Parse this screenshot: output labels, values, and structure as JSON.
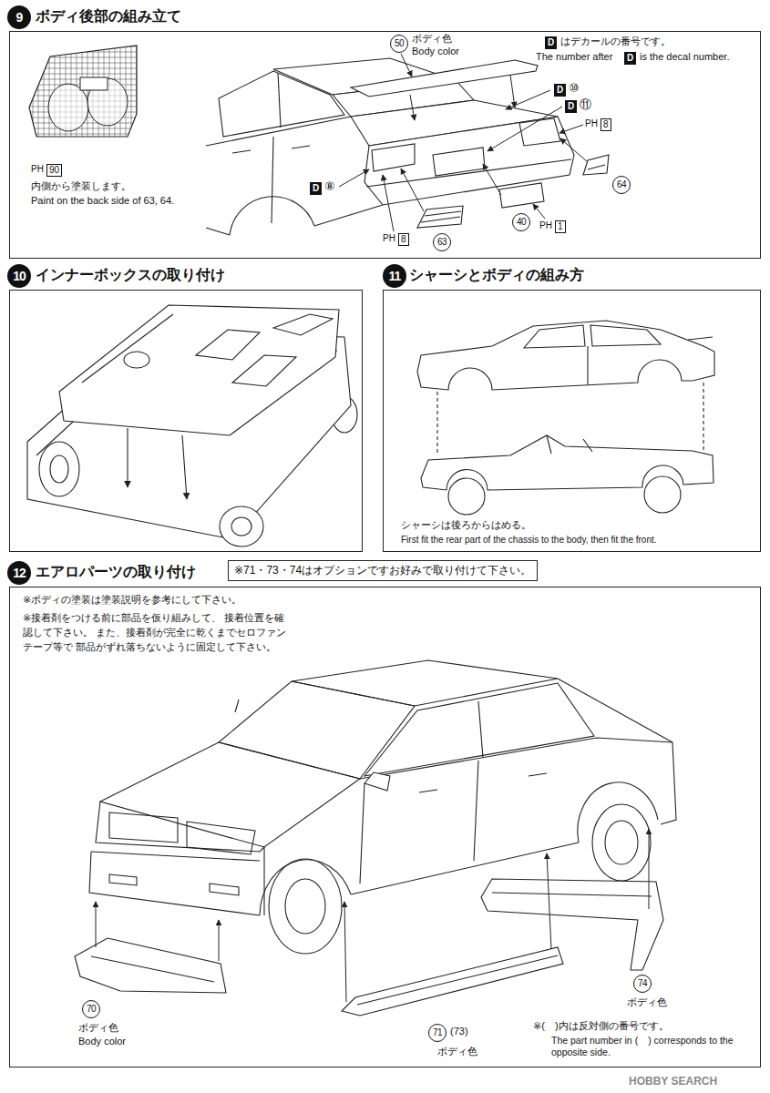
{
  "diagram": {
    "nodes": [
      {
        "text": [
          "9"
        ]
      },
      {
        "text": [
          "ボディ後部の組み立て"
        ]
      },
      {
        "text": [
          "10"
        ]
      },
      {
        "text": [
          "インナーボックスの取り付け"
        ]
      },
      {
        "text": [
          "11"
        ]
      },
      {
        "text": [
          "シャーシとボディの組み方"
        ]
      },
      {
        "text": [
          "12"
        ]
      },
      {
        "text": [
          "エアロパーツの取り付け"
        ]
      },
      {
        "text": [
          "※71・73・74はオプションですお好みで取り付けて下さい。"
        ]
      }
    ],
    "labels": [
      "ボディ色",
      "Body color",
      "50",
      "D",
      "はデカールの番号です。",
      "The number after",
      "D",
      "is the decal number.",
      "D",
      "⑩",
      "D",
      "⑪",
      "PH",
      "8",
      "64",
      "40",
      "PH",
      "1",
      "63",
      "PH",
      "8",
      "D",
      "⑧",
      "PH",
      "90",
      "内側から塗装します。",
      "Paint on the back side of 63, 64.",
      "シャーシは後ろからはめる。",
      "First fit the rear part of the chassis to the body, then fit the front.",
      "※ボディの塗装は塗装説明を参考にして下さい。",
      "※接着剤をつける前に部品を仮り組みして、 接着位置を確認して下さい。 また、接着剤が完全に乾くまでセロファンテープ等で 部品がずれ落ちないように固定して下さい。",
      "70",
      "ボディ色",
      "Body color",
      "71",
      "(73)",
      "ボディ色",
      "74",
      "ボディ色",
      "※(　)内は反対側の番号です。",
      "The part number in (　) corresponds to the opposite side.",
      "HOBBY SEARCH"
    ]
  }
}
